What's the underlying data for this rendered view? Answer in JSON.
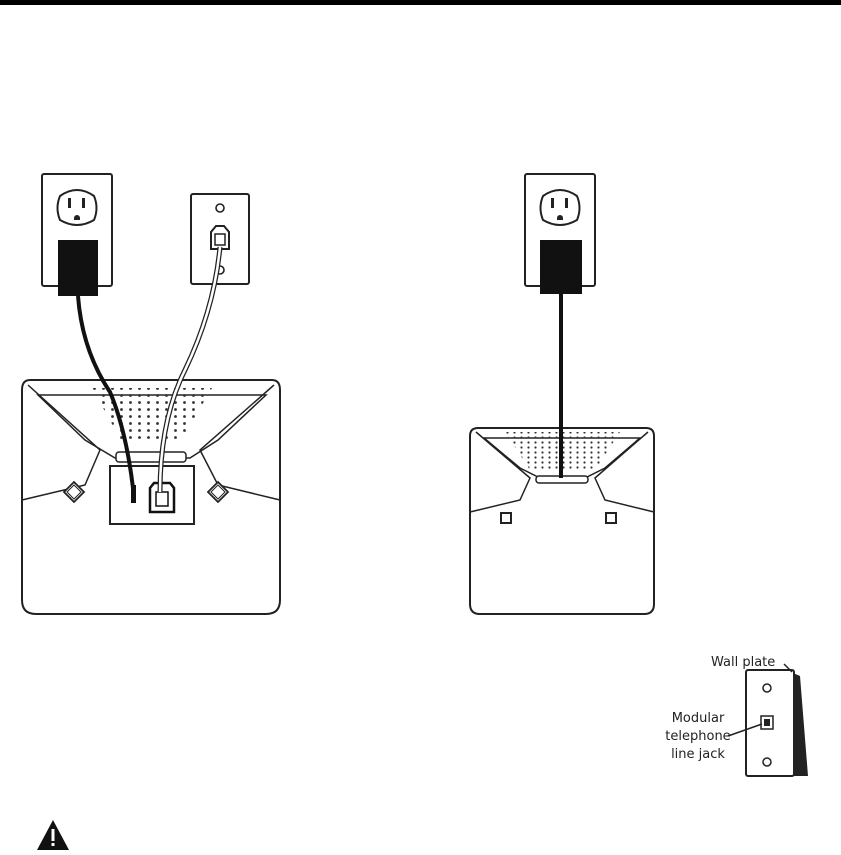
{
  "labels": {
    "wall_plate": "Wall plate",
    "jack_line1": "Modular",
    "jack_line2": "telephone",
    "jack_line3": "line jack"
  },
  "icons": {
    "warning": "warning-triangle-icon"
  },
  "colors": {
    "line": "#222222",
    "cord_power": "#111111",
    "cord_phone": "#ffffff",
    "background": "#ffffff"
  }
}
